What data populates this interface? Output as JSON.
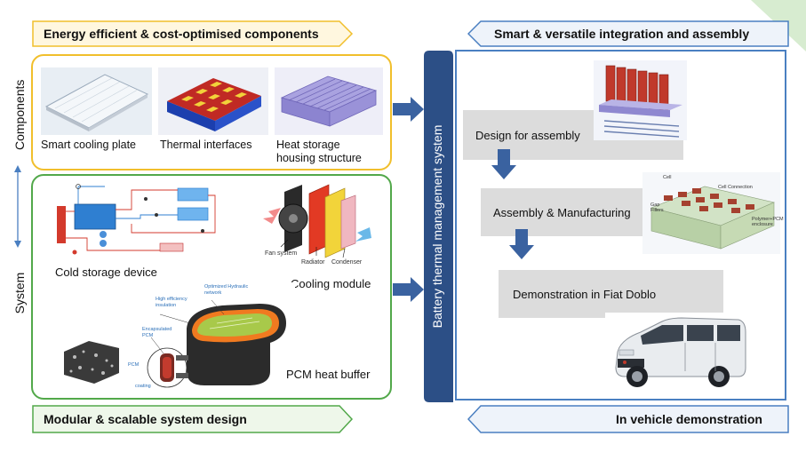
{
  "banners": {
    "top_left": "Energy efficient & cost-optimised components",
    "top_right": "Smart & versatile integration and assembly",
    "bottom_left": "Modular & scalable system design",
    "bottom_right": "In vehicle demonstration"
  },
  "side_labels": {
    "components": "Components",
    "system": "System"
  },
  "central_bar": "Battery thermal management system",
  "components": [
    {
      "label": "Smart cooling plate"
    },
    {
      "label": "Thermal interfaces"
    },
    {
      "label_line1": "Heat storage",
      "label_line2": "housing structure"
    }
  ],
  "system_items": {
    "cold_storage": "Cold storage device",
    "cooling_module": "Cooling module",
    "pcm_buffer": "PCM heat buffer",
    "cooling_parts": {
      "fan": "Fan system",
      "radiator": "Radiator",
      "condenser": "Condenser"
    },
    "pcm_parts": {
      "high_eff": "High efficiency insulation",
      "optimized": "Optimized Hydraulic network",
      "encapsulated": "Encapsulated PCM",
      "pcm": "PCM",
      "coating": "coating"
    }
  },
  "steps": [
    "Design for assembly",
    "Assembly & Manufacturing",
    "Demonstration in Fiat Doblo"
  ],
  "battery_labels": {
    "cell": "Cell",
    "connection": "Cell Connection",
    "gap_fillers": "Gap Fillers",
    "polymer": "Polymer+PCM enclosure"
  },
  "colors": {
    "yellow": "#f1bf2c",
    "green": "#52a84a",
    "blue": "#4a7fc1",
    "dark_blue": "#2c4f86",
    "arrow": "#3a62a0"
  }
}
